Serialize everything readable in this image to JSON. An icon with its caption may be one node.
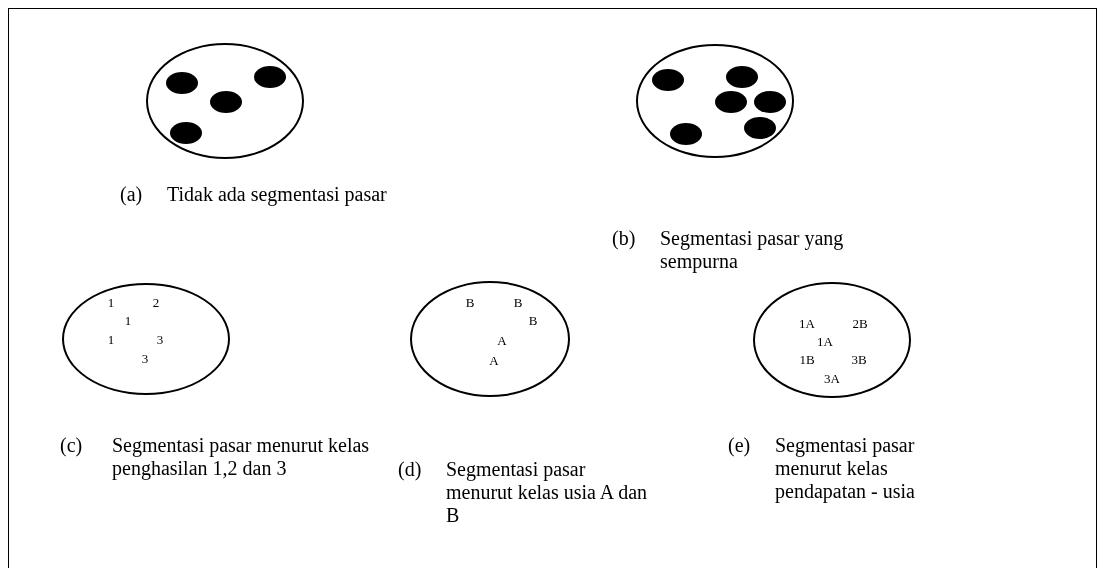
{
  "diagram": {
    "nodes": [
      {
        "text": [],
        "shape": "circle",
        "beside": [
          "(a)",
          "Tidak ada segmentasi pasar"
        ]
      },
      {
        "text": [],
        "shape": "circle",
        "in": 0
      },
      {
        "text": [],
        "shape": "circle",
        "in": 0
      },
      {
        "text": [],
        "shape": "circle",
        "in": 0
      },
      {
        "text": [],
        "shape": "circle",
        "in": 0
      },
      {
        "text": [],
        "shape": "circle"
      },
      {
        "text": [],
        "shape": "circle",
        "in": 5
      },
      {
        "text": [],
        "shape": "circle",
        "in": 5
      },
      {
        "text": [],
        "shape": "circle",
        "in": 5
      },
      {
        "text": [],
        "shape": "circle",
        "in": 5
      },
      {
        "text": [],
        "shape": "circle",
        "in": 5
      },
      {
        "text": [],
        "shape": "circle",
        "in": 5
      },
      {
        "text": [
          "1",
          "2",
          "1",
          "1",
          "3",
          "3"
        ],
        "beside": [
          "(c)",
          "Segmentasi pasar menurut kelas penghasilan 1,2 dan 3"
        ]
      },
      {
        "text": [
          "B",
          "B",
          "B",
          "A",
          "A"
        ],
        "beside": [
          "(d)",
          "Segmentasi pasar menurut kelas usia A dan B"
        ]
      },
      {
        "text": [
          "1A",
          "2B",
          "1A",
          "1B",
          "3B",
          "3A"
        ],
        "beside": [
          "(e)",
          "Segmentasi pasar menurut kelas pendapatan - usia"
        ]
      }
    ],
    "labels": [
      "(b)",
      "Segmentasi pasar yang sempurna"
    ]
  }
}
